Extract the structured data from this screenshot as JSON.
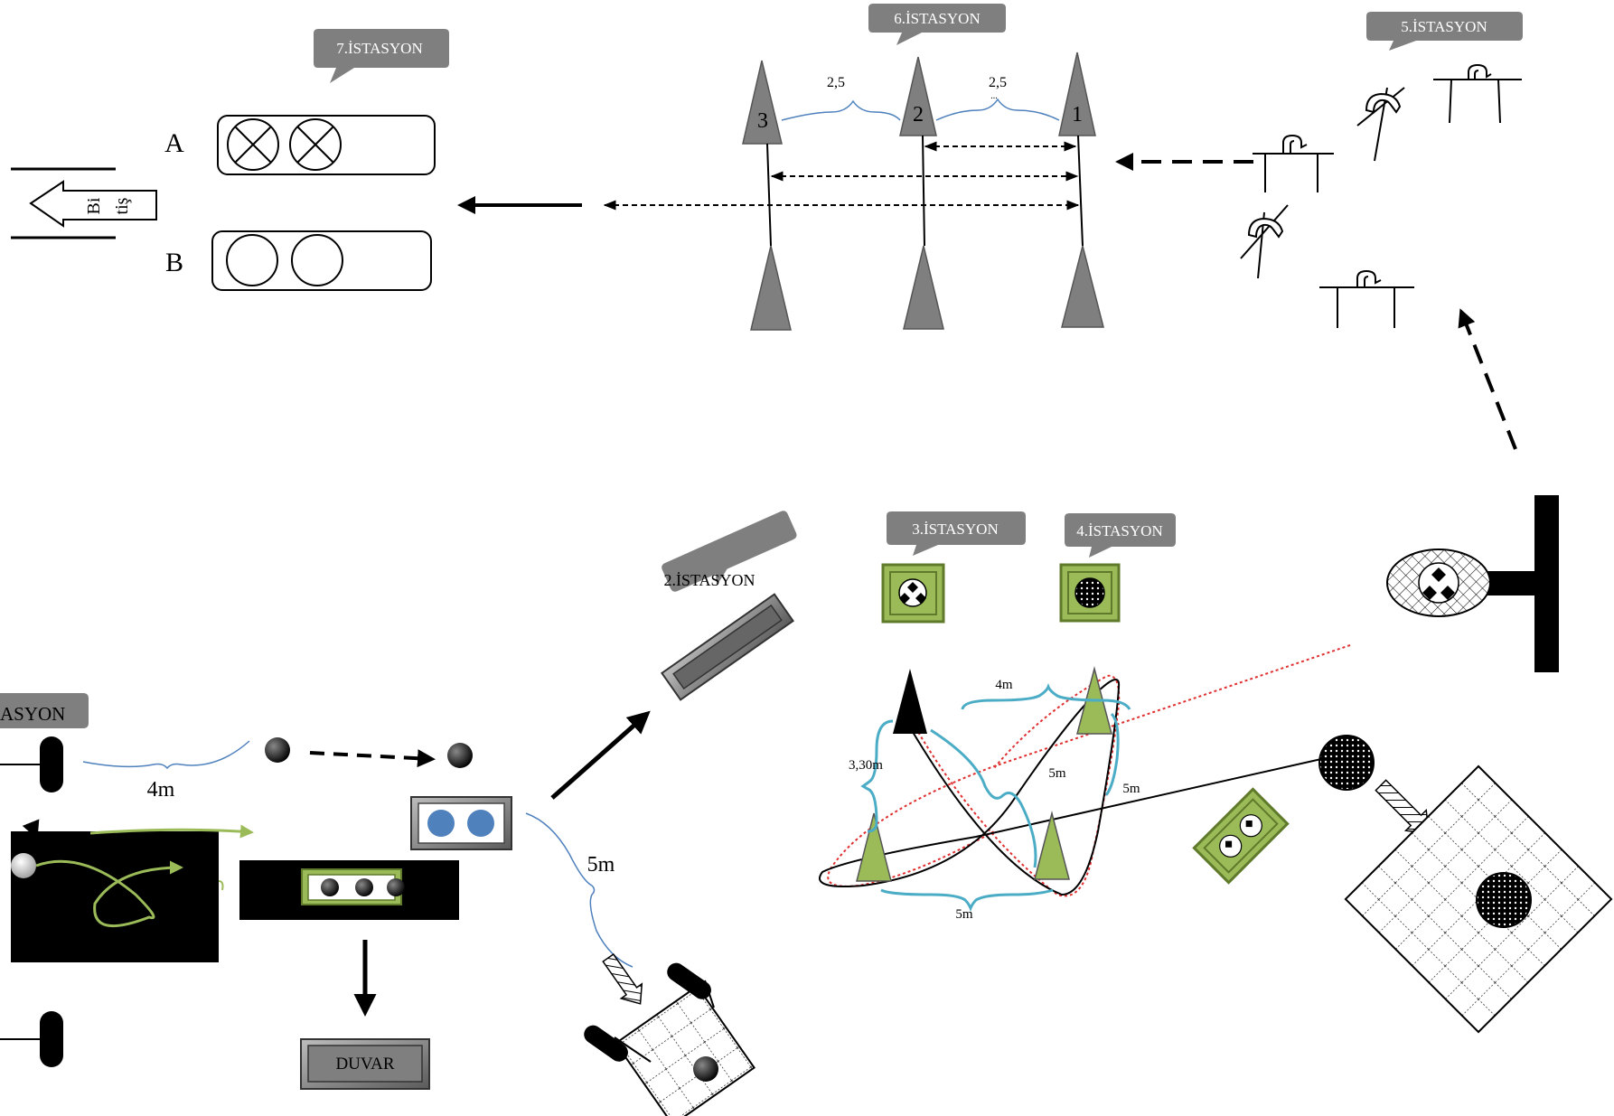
{
  "stations": {
    "s1": "ASYON",
    "s2": "2.İSTASYON",
    "s3": "3.İSTASYON",
    "s4": "4.İSTASYON",
    "s5": "5.İSTASYON",
    "s6": "6.İSTASYON",
    "s7": "7.İSTASYON"
  },
  "finish": {
    "line1": "Bi",
    "line2": "tiş"
  },
  "lanes": {
    "a": "A",
    "b": "B"
  },
  "cones": {
    "c1": "1",
    "c2": "2",
    "c3": "3"
  },
  "measurements": {
    "gap_2_1": "2,5",
    "gap_3_2": "2,5",
    "gap_dots": "...",
    "s1_distance": "4m",
    "s2_distance": "5m",
    "s3_top": "4m",
    "s3_side": "3,30m",
    "s3_diag": "5m",
    "s3_right": "5m",
    "s3_bottom": "5m"
  },
  "wall": "DUVAR",
  "colors": {
    "callout": "#7f7f7f",
    "cone_gray": "#7f7f7f",
    "cone_green": "#9bbb59",
    "bracket_blue": "#4bacc6",
    "thin_blue": "#4f81bd",
    "ball_blue": "#4f81bd",
    "path_red": "#e03030"
  }
}
